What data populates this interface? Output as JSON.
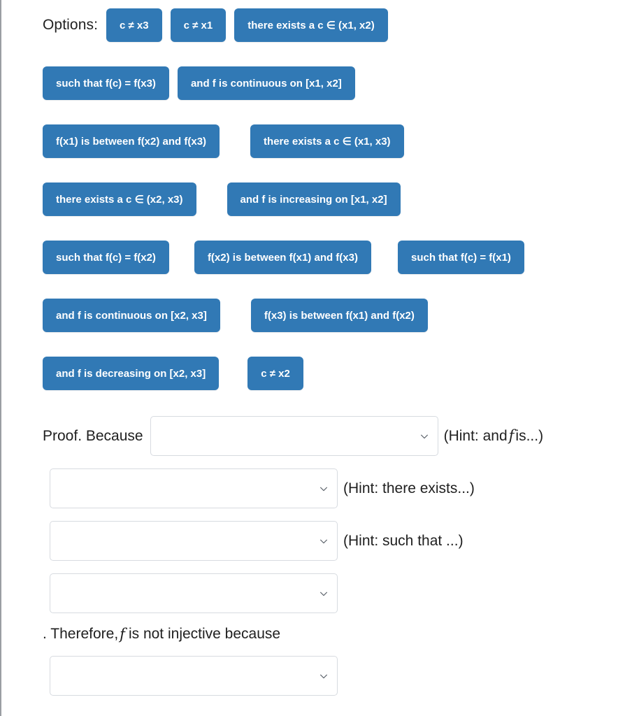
{
  "page": {
    "background": "#ffffff",
    "chip_color": "#3179b5",
    "chip_text_color": "#ffffff",
    "border_color": "#9a9ea3"
  },
  "options": {
    "label": "Options:",
    "rows": [
      {
        "has_label": true,
        "chips": [
          "c ≠ x3",
          "c ≠ x1",
          "there exists a c ∈ (x1, x2)"
        ]
      },
      {
        "has_label": false,
        "chips": [
          "such that f(c) = f(x3)",
          "and f is continuous on [x1, x2]"
        ]
      },
      {
        "has_label": false,
        "chips": [
          "f(x1) is between f(x2) and f(x3)",
          "there exists a c ∈ (x1, x3)"
        ]
      },
      {
        "has_label": false,
        "chips": [
          "there exists a c ∈ (x2, x3)",
          "and f is increasing on [x1, x2]"
        ]
      },
      {
        "has_label": false,
        "chips": [
          "such that f(c) = f(x2)",
          "f(x2) is between f(x1) and f(x3)",
          "such that f(c) = f(x1)"
        ]
      },
      {
        "has_label": false,
        "chips": [
          "and f is continuous on [x2, x3]",
          "f(x3) is between f(x1) and f(x2)"
        ]
      },
      {
        "has_label": false,
        "chips": [
          "and f is decreasing on [x2, x3]",
          "c ≠ x2"
        ]
      }
    ]
  },
  "proof": {
    "because_label": "Proof. Because",
    "therefore_prefix": ". Therefore,",
    "therefore_suffix": "is not injective because",
    "math_f": "f",
    "dropdowns": [
      {
        "value": "",
        "hint_prefix": "(Hint: and",
        "hint_suffix": "is...)",
        "hint_has_math_f": true,
        "hint": ""
      },
      {
        "value": "",
        "hint": "(Hint: there exists...)",
        "hint_has_math_f": false
      },
      {
        "value": "",
        "hint": "(Hint: such that ...)",
        "hint_has_math_f": false
      },
      {
        "value": "",
        "hint": "",
        "hint_has_math_f": false
      },
      {
        "value": "",
        "hint": "",
        "hint_has_math_f": false
      }
    ]
  }
}
